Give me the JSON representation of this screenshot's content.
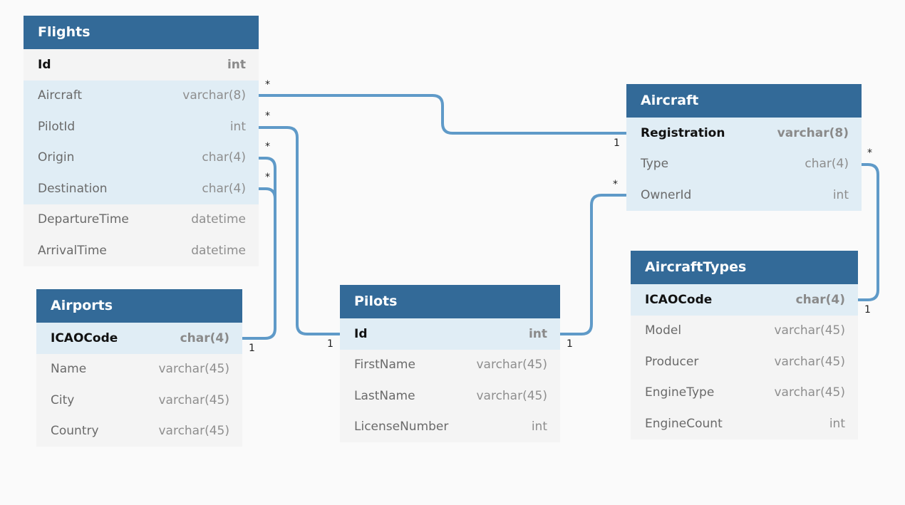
{
  "tables": {
    "flights": {
      "title": "Flights",
      "columns": [
        {
          "name": "Id",
          "type": "int",
          "pk": true,
          "hl": false
        },
        {
          "name": "Aircraft",
          "type": "varchar(8)",
          "pk": false,
          "hl": true
        },
        {
          "name": "PilotId",
          "type": "int",
          "pk": false,
          "hl": true
        },
        {
          "name": "Origin",
          "type": "char(4)",
          "pk": false,
          "hl": true
        },
        {
          "name": "Destination",
          "type": "char(4)",
          "pk": false,
          "hl": true
        },
        {
          "name": "DepartureTime",
          "type": "datetime",
          "pk": false,
          "hl": false
        },
        {
          "name": "ArrivalTime",
          "type": "datetime",
          "pk": false,
          "hl": false
        }
      ]
    },
    "aircraft": {
      "title": "Aircraft",
      "columns": [
        {
          "name": "Registration",
          "type": "varchar(8)",
          "pk": true,
          "hl": true
        },
        {
          "name": "Type",
          "type": "char(4)",
          "pk": false,
          "hl": true
        },
        {
          "name": "OwnerId",
          "type": "int",
          "pk": false,
          "hl": true
        }
      ]
    },
    "airports": {
      "title": "Airports",
      "columns": [
        {
          "name": "ICAOCode",
          "type": "char(4)",
          "pk": true,
          "hl": true
        },
        {
          "name": "Name",
          "type": "varchar(45)",
          "pk": false,
          "hl": false
        },
        {
          "name": "City",
          "type": "varchar(45)",
          "pk": false,
          "hl": false
        },
        {
          "name": "Country",
          "type": "varchar(45)",
          "pk": false,
          "hl": false
        }
      ]
    },
    "pilots": {
      "title": "Pilots",
      "columns": [
        {
          "name": "Id",
          "type": "int",
          "pk": true,
          "hl": true
        },
        {
          "name": "FirstName",
          "type": "varchar(45)",
          "pk": false,
          "hl": false
        },
        {
          "name": "LastName",
          "type": "varchar(45)",
          "pk": false,
          "hl": false
        },
        {
          "name": "LicenseNumber",
          "type": "int",
          "pk": false,
          "hl": false
        }
      ]
    },
    "aircrafttypes": {
      "title": "AircraftTypes",
      "columns": [
        {
          "name": "ICAOCode",
          "type": "char(4)",
          "pk": true,
          "hl": true
        },
        {
          "name": "Model",
          "type": "varchar(45)",
          "pk": false,
          "hl": false
        },
        {
          "name": "Producer",
          "type": "varchar(45)",
          "pk": false,
          "hl": false
        },
        {
          "name": "EngineType",
          "type": "varchar(45)",
          "pk": false,
          "hl": false
        },
        {
          "name": "EngineCount",
          "type": "int",
          "pk": false,
          "hl": false
        }
      ]
    }
  },
  "cardinality": {
    "many": "*",
    "one": "1"
  },
  "colors": {
    "header": "#336a98",
    "connector": "#5f9ac8",
    "highlight": "#e0edf5"
  }
}
